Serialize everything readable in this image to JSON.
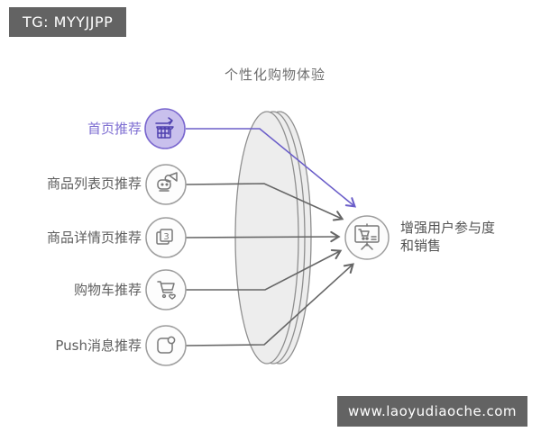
{
  "watermarks": {
    "top": "TG: MYYJJPP",
    "bottom": "www.laoyudiaoche.com"
  },
  "diagram": {
    "title": "个性化购物体验",
    "nodes": [
      {
        "label": "首页推荐",
        "icon": "storefront-icon",
        "highlighted": true
      },
      {
        "label": "商品列表页推荐",
        "icon": "megaphone-robot-icon",
        "highlighted": false
      },
      {
        "label": "商品详情页推荐",
        "icon": "stacked-pages-icon",
        "highlighted": false,
        "badge": "3"
      },
      {
        "label": "购物车推荐",
        "icon": "cart-heart-icon",
        "highlighted": false
      },
      {
        "label": "Push消息推荐",
        "icon": "notification-icon",
        "highlighted": false
      }
    ],
    "outcome": {
      "label_line1": "增强用户参与度",
      "label_line2": "和销售",
      "icon": "presentation-cart-icon"
    },
    "colors": {
      "accent_purple": "#6b5ec9",
      "accent_purple_fill": "#c9c0ed",
      "accent_purple_stroke": "#7b68cf",
      "gray_line": "#666666",
      "node_stroke": "#9e9e9e",
      "lens_fill": "#ededed",
      "watermark_bg": "#636363"
    }
  }
}
